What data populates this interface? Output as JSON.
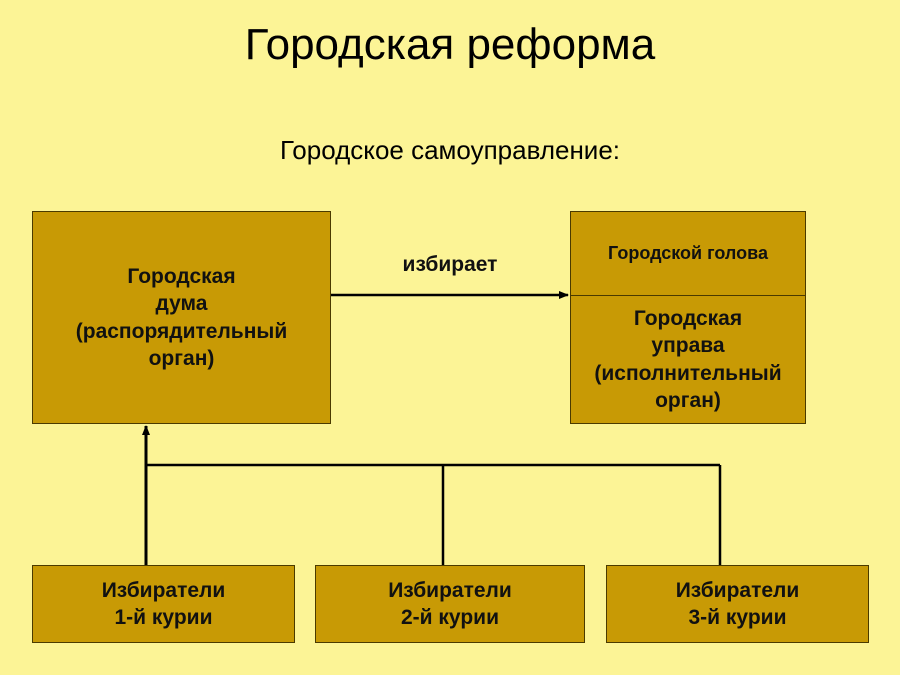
{
  "title": "Городская реформа",
  "subtitle": "Городское самоуправление:",
  "nodes": {
    "duma": "Городская\nдума\n(распорядительный\nорган)",
    "head": "Городской голова",
    "uprava": "Городская\nуправа\n(исполнительный\nорган)",
    "electors_1": "Избиратели\n1-й курии",
    "electors_2": "Избиратели\n2-й курии",
    "electors_3": "Избиратели\n3-й курии"
  },
  "edges": {
    "elects_label": "избирает"
  }
}
